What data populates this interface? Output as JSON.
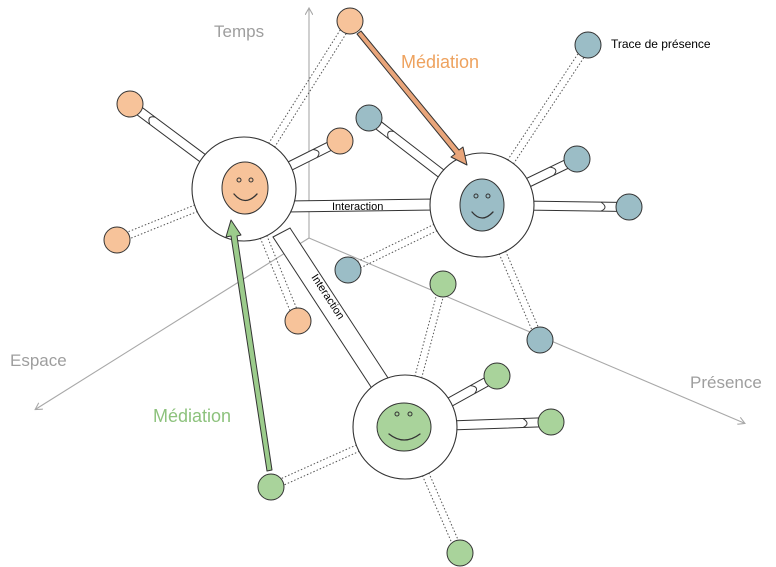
{
  "axes": {
    "time_label": "Temps",
    "space_label": "Espace",
    "presence_label": "Présence"
  },
  "labels": {
    "trace_label": "Trace de présence",
    "mediation_orange": "Médiation",
    "mediation_green": "Médiation",
    "interaction_horizontal": "Interaction",
    "interaction_diagonal": "Interaction"
  },
  "colors": {
    "orange": "#f7c39a",
    "orange_arrow": "#e9a57a",
    "orange_text": "#eea25e",
    "blue": "#9bbdc6",
    "green": "#a9d39b",
    "green_arrow": "#9ccc8c",
    "green_text": "#8dc27d",
    "axis": "#a8a8a8",
    "label_grey": "#9e9e9e",
    "outline": "#333333"
  },
  "actors": [
    {
      "id": "orange",
      "color_key": "orange"
    },
    {
      "id": "blue",
      "color_key": "blue"
    },
    {
      "id": "green",
      "color_key": "green"
    }
  ]
}
